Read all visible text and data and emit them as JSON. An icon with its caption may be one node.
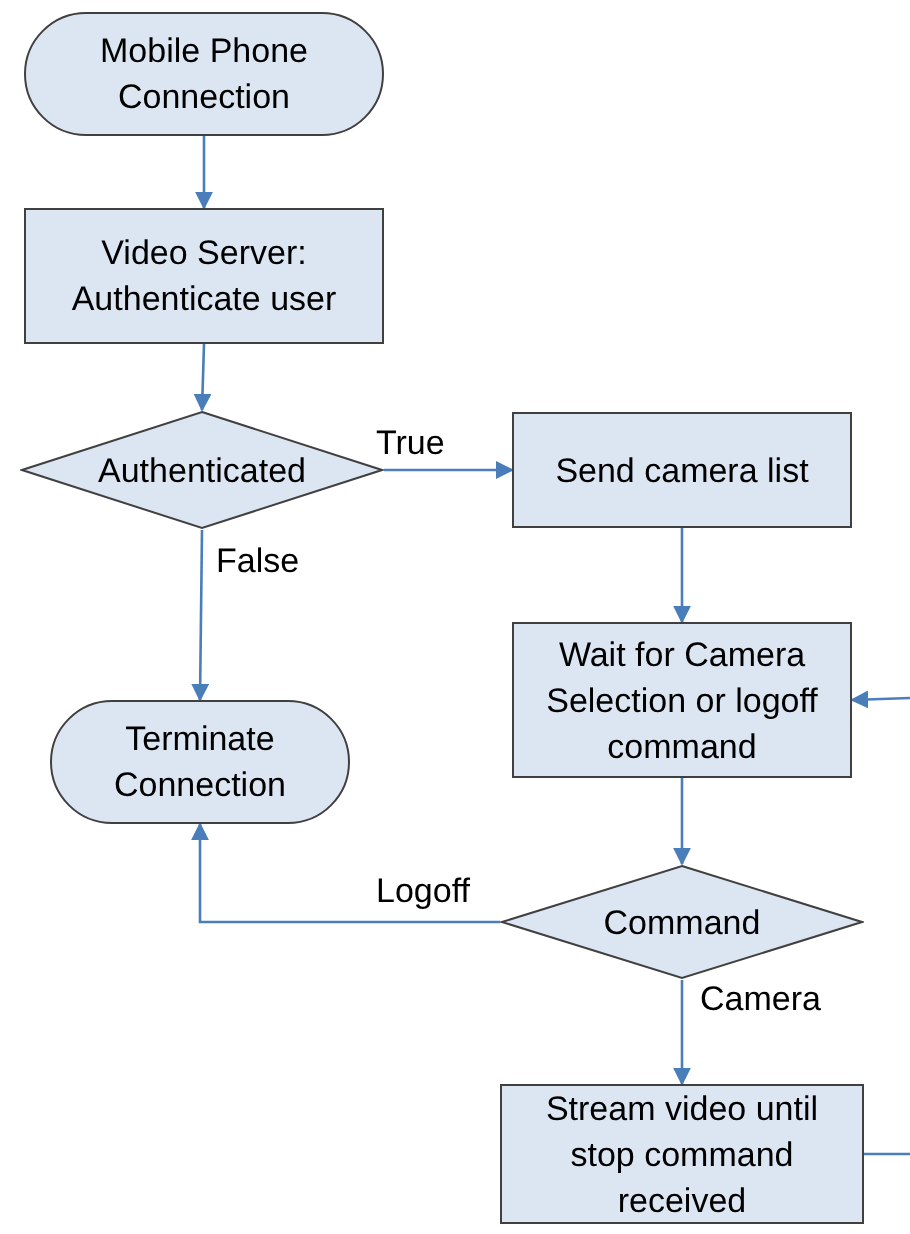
{
  "diagram": {
    "nodes": [
      {
        "text": [
          "Mobile Phone Connection"
        ]
      },
      {
        "text": [
          "Video Server: Authenticate user"
        ]
      },
      {
        "text": [
          "Authenticated"
        ]
      },
      {
        "text": [
          "Send camera list"
        ]
      },
      {
        "text": [
          "Wait for Camera Selection or logoff command"
        ]
      },
      {
        "text": [
          "Terminate Connection"
        ]
      },
      {
        "text": [
          "Command"
        ]
      },
      {
        "text": [
          "Stream video until stop command received"
        ]
      }
    ],
    "edges": [
      {
        "from": 0,
        "to": 1,
        "arrow": "to"
      },
      {
        "from": 1,
        "to": 2,
        "arrow": "to"
      },
      {
        "from": 2,
        "to": 3,
        "arrow": "to",
        "label": "True"
      },
      {
        "from": 2,
        "to": 5,
        "arrow": "to",
        "label": "False"
      },
      {
        "from": 3,
        "to": 4,
        "arrow": "to"
      },
      {
        "from": 4,
        "to": 6,
        "arrow": "to"
      },
      {
        "from": 6,
        "to": 5,
        "arrow": "to",
        "label": "Logoff"
      },
      {
        "from": 6,
        "to": 7,
        "arrow": "to",
        "label": "Camera"
      },
      {
        "from": null,
        "to": 4,
        "arrow": "to"
      },
      {
        "from": 7,
        "to": null,
        "arrow": "none"
      }
    ]
  }
}
